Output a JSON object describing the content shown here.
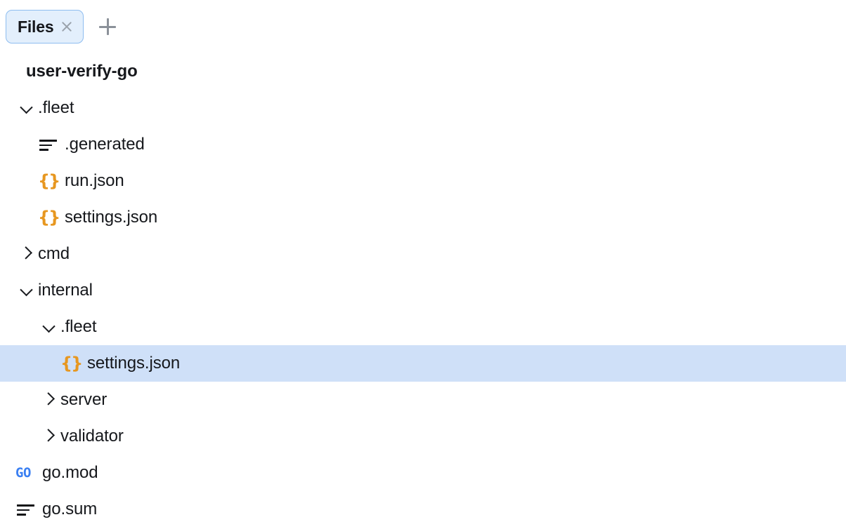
{
  "window": {
    "background_color": "#ffffff",
    "accent_color": "#3a7ff2",
    "selection_color": "#cfe0f8",
    "json_icon_color": "#e79720"
  },
  "tabbar": {
    "tabs": [
      {
        "label": "Files",
        "active": true,
        "close_icon": "close-icon"
      }
    ],
    "new_tab_icon": "plus-icon"
  },
  "tree": {
    "rows": [
      {
        "label": "user-verify-go",
        "kind": "root",
        "depth": 0,
        "icon": "none",
        "selected": false,
        "expanded": true
      },
      {
        "label": ".fleet",
        "kind": "folder",
        "depth": 0,
        "icon": "chevron-down",
        "selected": false,
        "expanded": true
      },
      {
        "label": ".generated",
        "kind": "file",
        "depth": 1,
        "icon": "lines-file-icon",
        "selected": false
      },
      {
        "label": "run.json",
        "kind": "file",
        "depth": 1,
        "icon": "json-file-icon",
        "selected": false
      },
      {
        "label": "settings.json",
        "kind": "file",
        "depth": 1,
        "icon": "json-file-icon",
        "selected": false
      },
      {
        "label": "cmd",
        "kind": "folder",
        "depth": 0,
        "icon": "chevron-right",
        "selected": false,
        "expanded": false
      },
      {
        "label": "internal",
        "kind": "folder",
        "depth": 0,
        "icon": "chevron-down",
        "selected": false,
        "expanded": true
      },
      {
        "label": ".fleet",
        "kind": "folder",
        "depth": 1,
        "icon": "chevron-down",
        "selected": false,
        "expanded": true
      },
      {
        "label": "settings.json",
        "kind": "file",
        "depth": 2,
        "icon": "json-file-icon",
        "selected": true
      },
      {
        "label": "server",
        "kind": "folder",
        "depth": 1,
        "icon": "chevron-right",
        "selected": false,
        "expanded": false
      },
      {
        "label": "validator",
        "kind": "folder",
        "depth": 1,
        "icon": "chevron-right",
        "selected": false,
        "expanded": false
      },
      {
        "label": "go.mod",
        "kind": "file",
        "depth": 0,
        "icon": "go-file-icon",
        "selected": false
      },
      {
        "label": "go.sum",
        "kind": "file",
        "depth": 0,
        "icon": "lines-file-icon",
        "selected": false
      }
    ]
  },
  "icons": {
    "json_glyph": "{}",
    "go_glyph": "GO"
  }
}
